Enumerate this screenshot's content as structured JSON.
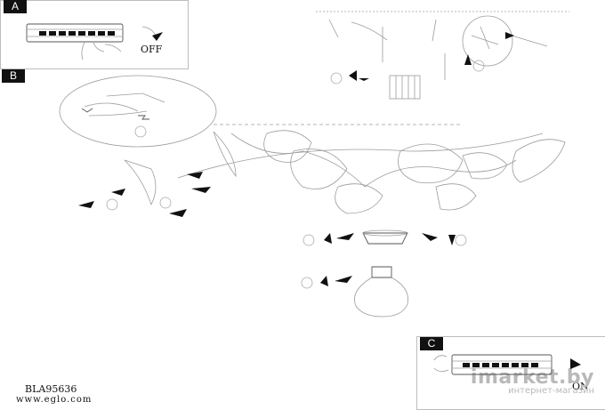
{
  "panels": {
    "a": {
      "tag": "A",
      "switch_state": "OFF"
    },
    "b": {
      "tag": "B"
    },
    "c": {
      "tag": "C",
      "switch_state": "ON"
    }
  },
  "footer": {
    "code": "BLA95636",
    "website": "www.eglo.com"
  },
  "watermark": {
    "brand": "imarket.by",
    "subtitle": "интернет-магазин"
  }
}
